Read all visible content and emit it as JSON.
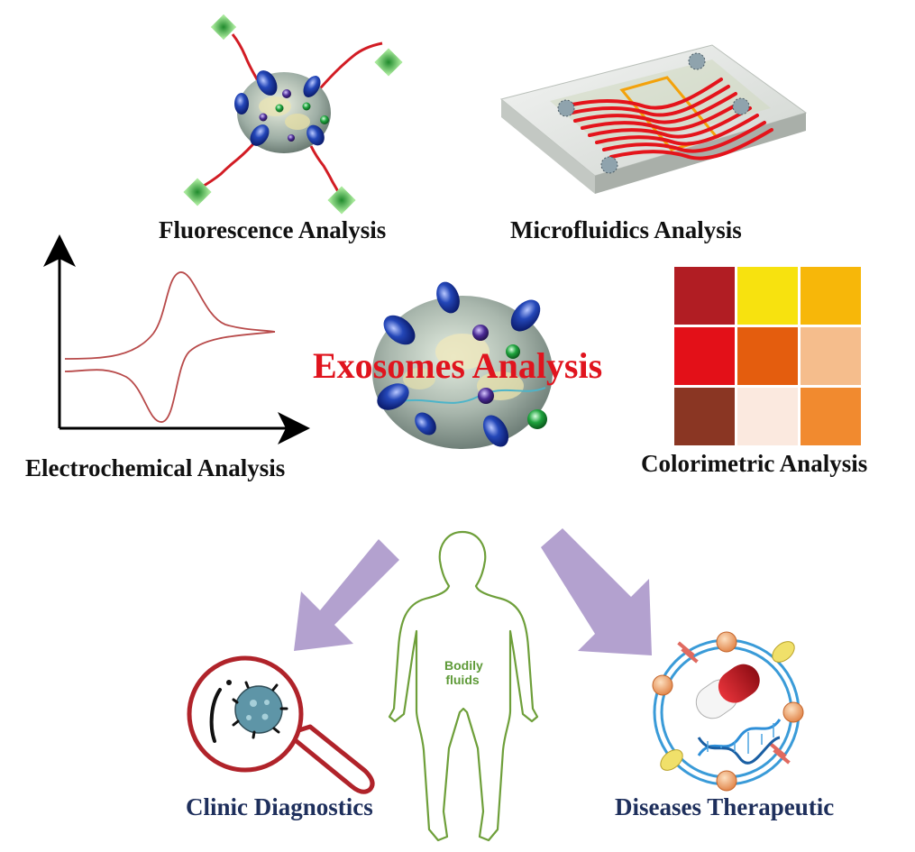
{
  "labels": {
    "fluorescence": "Fluorescence Analysis",
    "microfluidics": "Microfluidics Analysis",
    "center": "Exosomes Analysis",
    "electrochemical": "Electrochemical Analysis",
    "colorimetric": "Colorimetric Analysis",
    "clinic": "Clinic Diagnostics",
    "therapeutic": "Diseases Therapeutic",
    "bodily_1": "Bodily",
    "bodily_2": "fluids"
  },
  "colors": {
    "title_red": "#e0141e",
    "bottom_blue": "#1e2f5c",
    "arrow_purple": "#b3a1cf",
    "body_outline": "#6e9f3a",
    "magnifier_red": "#b0232a",
    "cv_curve": "#b84a4a",
    "dna_blue": "#2e8fd8"
  },
  "colorimetric_grid": [
    [
      "#b11d23",
      "#f7e20f",
      "#f7b709"
    ],
    [
      "#e31018",
      "#e45d0e",
      "#f5bd8c"
    ],
    [
      "#8a3623",
      "#fbe9df",
      "#f18a2f"
    ]
  ]
}
